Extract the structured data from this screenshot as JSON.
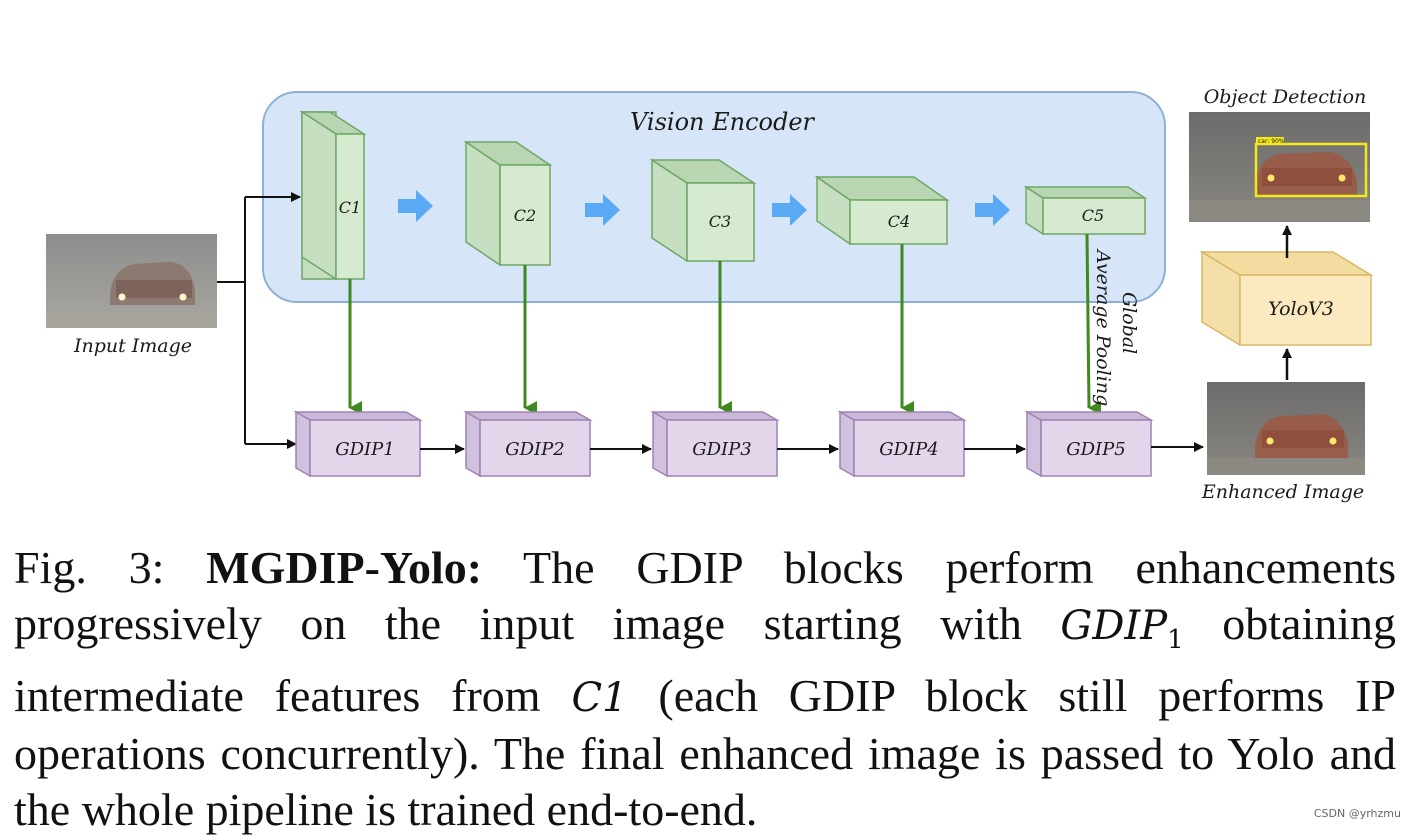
{
  "diagram": {
    "encoder_title": "Vision Encoder",
    "input_label": "Input Image",
    "encoder_blocks": [
      "C1",
      "C2",
      "C3",
      "C4",
      "C5"
    ],
    "gdip_blocks": [
      "GDIP1",
      "GDIP2",
      "GDIP3",
      "GDIP4",
      "GDIP5"
    ],
    "pooling_label_line1": "Global",
    "pooling_label_line2": "Average Pooling",
    "enhanced_label": "Enhanced Image",
    "detector_label": "YoloV3",
    "detection_label": "Object Detection",
    "detection_box_text": "car: 90%",
    "colors": {
      "encoder_bg": "#d6e6f8",
      "encoder_border": "#8fb0d6",
      "block_green": "#d3e8cf",
      "block_green_border": "#6ea765",
      "gdip_purple": "#e3d6eb",
      "gdip_border": "#9d83b3",
      "yolo_yellow": "#fbe9c0",
      "yolo_border": "#d8b868",
      "feature_arrow": "#3e8a1e",
      "flow_arrow": "#5aa9f5",
      "detection_box": "#f2e81a"
    }
  },
  "caption": {
    "fig_number": "Fig. 3:",
    "title": "MGDIP-Yolo:",
    "text_part1": "The GDIP blocks perform enhancements progressively on the input image starting with",
    "math_gdip": "GDIP",
    "math_sub": "1",
    "text_part2": "obtaining intermediate features from",
    "math_c1": "C1",
    "text_part3": "(each GDIP block still performs IP operations concurrently). The final enhanced image is passed to Yolo and the whole pipeline is trained end-to-end."
  },
  "watermark": "CSDN @yrhzmu"
}
